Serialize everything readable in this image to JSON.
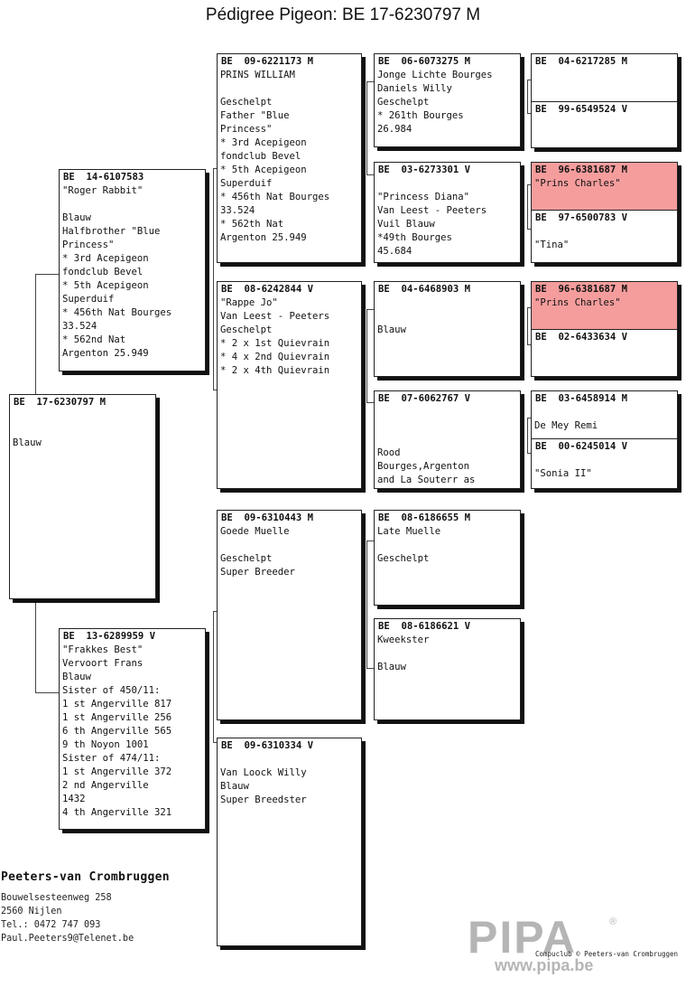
{
  "title": "Pédigree Pigeon: BE  17-6230797 M",
  "pigeons": {
    "subject": {
      "ring": "BE  17-6230797 M",
      "lines": [
        "",
        "",
        "Blauw"
      ]
    },
    "father": {
      "ring": "BE  14-6107583",
      "lines": [
        "\"Roger Rabbit\"",
        "",
        "Blauw",
        "Halfbrother \"Blue",
        "Princess\"",
        "* 3rd Acepigeon",
        "fondclub Bevel",
        "* 5th Acepigeon",
        "Superduif",
        "* 456th Nat Bourges",
        "33.524",
        "* 562nd Nat",
        "Argenton 25.949"
      ]
    },
    "mother": {
      "ring": "BE  13-6289959 V",
      "lines": [
        "\"Frakkes Best\"",
        "Vervoort Frans",
        "Blauw",
        "Sister of 450/11:",
        "1 st Angerville 817",
        "1 st Angerville 256",
        "6 th Angerville 565",
        "9 th Noyon 1001",
        "Sister of 474/11:",
        "1 st Angerville 372",
        "2 nd Angerville",
        "1432",
        "4 th Angerville 321"
      ]
    },
    "ff": {
      "ring": "BE  09-6221173 M",
      "lines": [
        "PRINS WILLIAM",
        "",
        "Geschelpt",
        "Father \"Blue",
        "Princess\"",
        "* 3rd Acepigeon",
        "fondclub Bevel",
        "* 5th Acepigeon",
        "Superduif",
        "* 456th Nat Bourges",
        "33.524",
        "* 562th Nat",
        "Argenton 25.949"
      ]
    },
    "fm": {
      "ring": "BE  08-6242844 V",
      "lines": [
        "\"Rappe Jo\"",
        "Van Leest - Peeters",
        "Geschelpt",
        "* 2 x 1st Quievrain",
        "* 4 x 2nd Quievrain",
        "* 2 x 4th Quievrain"
      ]
    },
    "mf": {
      "ring": "BE  09-6310443 M",
      "lines": [
        "Goede Muelle",
        "",
        "Geschelpt",
        "Super Breeder"
      ]
    },
    "mm": {
      "ring": "BE  09-6310334 V",
      "lines": [
        "",
        "Van Loock Willy",
        "Blauw",
        "Super Breedster"
      ]
    },
    "fff": {
      "ring": "BE  06-6073275 M",
      "lines": [
        "Jonge Lichte Bourges",
        "Daniels Willy",
        "Geschelpt",
        "* 261th Bourges",
        "26.984"
      ]
    },
    "ffm": {
      "ring": "BE  03-6273301 V",
      "lines": [
        "",
        "\"Princess Diana\"",
        "Van Leest - Peeters",
        "Vuil Blauw",
        "*49th Bourges",
        "45.684"
      ]
    },
    "fmf": {
      "ring": "BE  04-6468903 M",
      "lines": [
        "",
        "",
        "Blauw"
      ]
    },
    "fmm": {
      "ring": "BE  07-6062767 V",
      "lines": [
        "",
        "",
        "",
        "Rood",
        "Bourges,Argenton",
        "and La Souterr as"
      ]
    },
    "mff": {
      "ring": "BE  08-6186655 M",
      "lines": [
        "Late Muelle",
        "",
        "Geschelpt"
      ]
    },
    "mfm": {
      "ring": "BE  08-6186621 V",
      "lines": [
        "Kweekster",
        "",
        "Blauw"
      ]
    },
    "g1": {
      "ring": "BE  04-6217285 M",
      "lines": []
    },
    "g2": {
      "ring": "BE  99-6549524 V",
      "lines": []
    },
    "g3": {
      "ring": "BE  96-6381687 M",
      "lines": [
        "\"Prins Charles\""
      ]
    },
    "g4": {
      "ring": "BE  97-6500783 V",
      "lines": [
        "",
        "\"Tina\""
      ]
    },
    "g5": {
      "ring": "BE  96-6381687 M",
      "lines": [
        "\"Prins Charles\""
      ]
    },
    "g6": {
      "ring": "BE  02-6433634 V",
      "lines": []
    },
    "g7": {
      "ring": "BE  03-6458914 M",
      "lines": [
        "",
        "De Mey Remi"
      ]
    },
    "g8": {
      "ring": "BE  00-6245014 V",
      "lines": [
        "",
        "\"Sonia II\""
      ]
    }
  },
  "highlight_color": "#f59d9d",
  "breeder": {
    "name": "Peeters-van Crombruggen",
    "address": "Bouwelsesteenweg 258",
    "city": "2560  Nijlen",
    "phone": "Tel.: 0472 747 093",
    "email": "Paul.Peeters9@Telenet.be"
  },
  "credit": "Compuclub © Peeters-van Crombruggen",
  "watermark": {
    "logo": "PIPA",
    "reg": "®",
    "url": "www.pipa.be"
  }
}
